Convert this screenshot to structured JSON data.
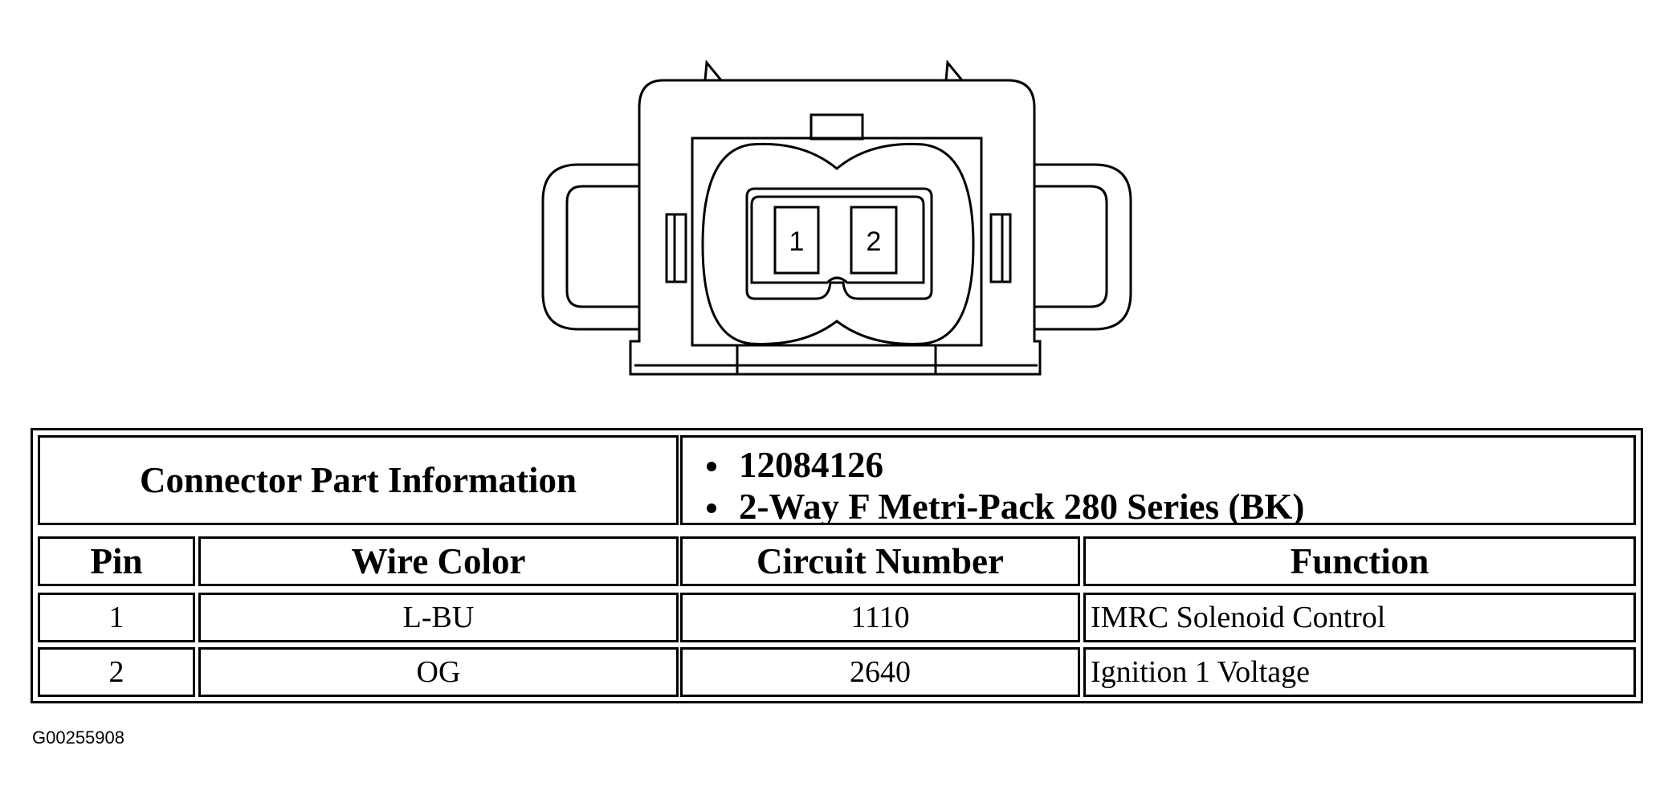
{
  "connector": {
    "pins": [
      {
        "label": "1"
      },
      {
        "label": "2"
      }
    ]
  },
  "table": {
    "part_info_label": "Connector Part Information",
    "part_info_items": [
      "12084126",
      "2-Way F Metri-Pack 280 Series (BK)"
    ],
    "columns": [
      "Pin",
      "Wire Color",
      "Circuit Number",
      "Function"
    ],
    "rows": [
      {
        "pin": "1",
        "wire_color": "L-BU",
        "circuit": "1110",
        "function": "IMRC Solenoid Control"
      },
      {
        "pin": "2",
        "wire_color": "OG",
        "circuit": "2640",
        "function": "Ignition 1 Voltage"
      }
    ]
  },
  "figure_id": "G00255908"
}
